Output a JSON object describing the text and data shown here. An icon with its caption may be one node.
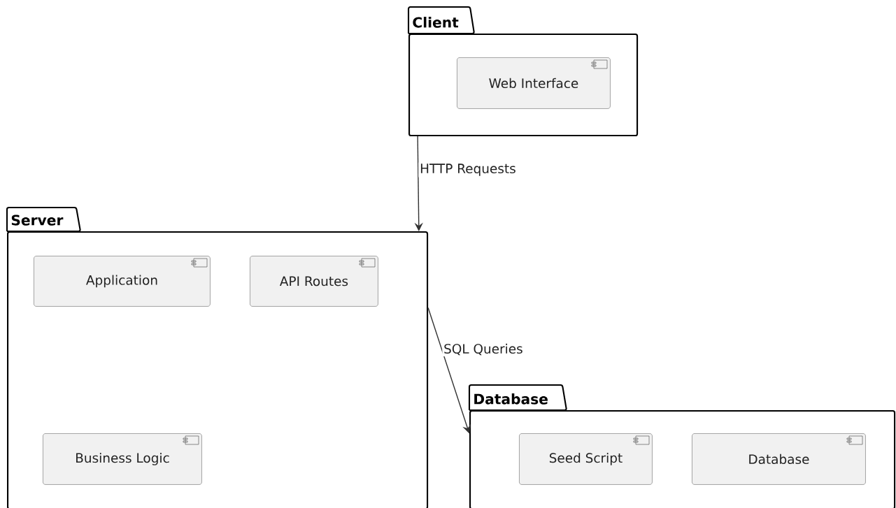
{
  "diagram": {
    "nodes": [
      {
        "text": [
          "Client"
        ]
      },
      {
        "text": [
          "Web Interface"
        ],
        "in": 0
      },
      {
        "text": [
          "Server"
        ]
      },
      {
        "text": [
          "Application"
        ],
        "in": 2
      },
      {
        "text": [
          "API Routes"
        ],
        "in": 2
      },
      {
        "text": [
          "Business Logic"
        ],
        "in": 2
      },
      {
        "text": [
          "Database"
        ]
      },
      {
        "text": [
          "Seed Script"
        ],
        "in": 6
      },
      {
        "text": [
          "Database"
        ],
        "in": 6
      }
    ],
    "edges": [
      {
        "from": 0,
        "to": 2,
        "arrow": "to",
        "label": "HTTP Requests"
      },
      {
        "from": 2,
        "to": 6,
        "arrow": "to",
        "label": "SQL Queries"
      }
    ]
  }
}
